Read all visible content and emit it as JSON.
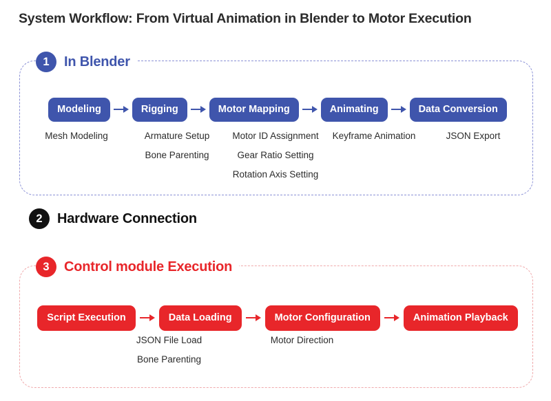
{
  "page": {
    "title": "System Workflow: From Virtual Animation in Blender to Motor Execution"
  },
  "colors": {
    "blue": "#3f55ac",
    "blue_dashed_border": "#8a90d6",
    "red": "#e8262a",
    "red_dashed_border": "#f0a9ab",
    "black": "#111111",
    "text": "#2b2b2b"
  },
  "sections": [
    {
      "number": "1",
      "label": "In Blender",
      "accent": "#3f55ac",
      "boxed": true,
      "nodes": [
        {
          "label": "Modeling",
          "sub": [
            "Mesh Modeling"
          ]
        },
        {
          "label": "Rigging",
          "sub": [
            "Armature Setup",
            "Bone Parenting"
          ]
        },
        {
          "label": "Motor Mapping",
          "sub": [
            "Motor ID Assignment",
            "Gear Ratio Setting",
            "Rotation Axis Setting"
          ]
        },
        {
          "label": "Animating",
          "sub": [
            "Keyframe Animation"
          ]
        },
        {
          "label": "Data Conversion",
          "sub": [
            "JSON Export"
          ]
        }
      ]
    },
    {
      "number": "2",
      "label": "Hardware Connection",
      "accent": "#111111",
      "boxed": false,
      "nodes": []
    },
    {
      "number": "3",
      "label": "Control module Execution",
      "accent": "#e8262a",
      "boxed": true,
      "nodes": [
        {
          "label": "Script Execution",
          "sub": []
        },
        {
          "label": "Data Loading",
          "sub": [
            "JSON File Load",
            "Bone Parenting"
          ]
        },
        {
          "label": "Motor Configuration",
          "sub": [
            "Motor Direction"
          ]
        },
        {
          "label": "Animation Playback",
          "sub": []
        }
      ]
    }
  ]
}
